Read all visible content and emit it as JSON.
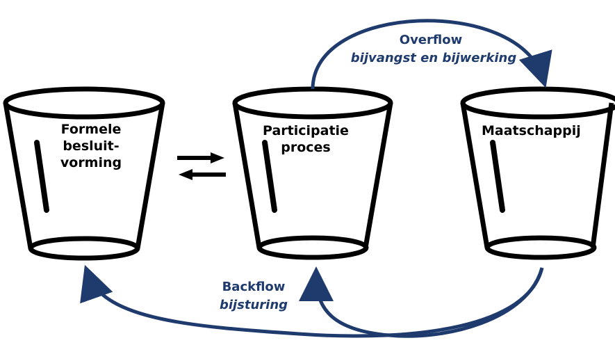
{
  "cups": [
    {
      "label_lines": [
        "Formele",
        "besluit-",
        "vorming"
      ]
    },
    {
      "label_lines": [
        "Participatie",
        "proces"
      ]
    },
    {
      "label_lines": [
        "Maatschappij"
      ]
    }
  ],
  "overflow": {
    "title": "Overflow",
    "subtitle": "bijvangst en bijwerking"
  },
  "backflow": {
    "title": "Backflow",
    "subtitle": "bijsturing"
  },
  "colors": {
    "cup_stroke": "#000000",
    "flow_arrow": "#1f3b6e",
    "flow_text": "#1f3b6e"
  },
  "icons": {
    "exchange": "double-arrow-icon"
  }
}
